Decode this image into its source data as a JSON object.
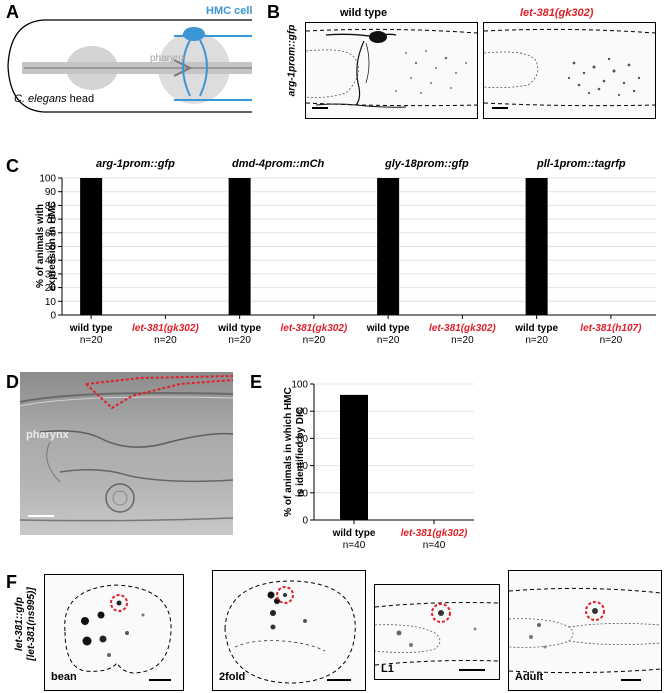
{
  "panels": {
    "A": {
      "letter": "A",
      "hmc_label": "HMC cell",
      "pharynx_label": "pharynx",
      "species": "C. elegans",
      "head_label": " head"
    },
    "B": {
      "letter": "B",
      "ylabel": "arg-1prom::gfp",
      "col1": "wild type",
      "col2": "let-381(gk302)"
    },
    "C": {
      "letter": "C",
      "ylabel_line1": "% of animals with",
      "ylabel_line2": "expression in HMC",
      "markers": [
        "arg-1prom::gfp",
        "dmd-4prom::mCh",
        "gly-18prom::gfp",
        "pll-1prom::tagrfp"
      ]
    },
    "D": {
      "letter": "D",
      "pharynx_label": "pharynx"
    },
    "E": {
      "letter": "E",
      "ylabel_line1": "% of animals in which HMC",
      "ylabel_line2": "is identified by DIC"
    },
    "F": {
      "letter": "F",
      "ylabel_line1": "let-381::gfp",
      "ylabel_line2": "[let-381(ns995)]",
      "stages": [
        "bean",
        "2fold",
        "L1",
        "Adult"
      ]
    }
  },
  "chart_data": [
    {
      "type": "bar",
      "panel": "C",
      "title": "",
      "ylabel": "% of animals with expression in HMC",
      "ylim": [
        0,
        100
      ],
      "yticks": [
        "0",
        "10",
        "20",
        "30",
        "40",
        "50",
        "60",
        "70",
        "80",
        "90",
        "100"
      ],
      "grid": true,
      "categories": [
        {
          "label": "wild type",
          "n": "n=20",
          "mutant": false
        },
        {
          "label": "let-381(gk302)",
          "n": "n=20",
          "mutant": true
        },
        {
          "label": "wild type",
          "n": "n=20",
          "mutant": false
        },
        {
          "label": "let-381(gk302)",
          "n": "n=20",
          "mutant": true
        },
        {
          "label": "wild type",
          "n": "n=20",
          "mutant": false
        },
        {
          "label": "let-381(gk302)",
          "n": "n=20",
          "mutant": true
        },
        {
          "label": "wild type",
          "n": "n=20",
          "mutant": false
        },
        {
          "label": "let-381(h107)",
          "n": "n=20",
          "mutant": true
        }
      ],
      "values": [
        100,
        0,
        100,
        0,
        100,
        0,
        100,
        0
      ],
      "bar_color": "#000000"
    },
    {
      "type": "bar",
      "panel": "E",
      "title": "",
      "ylabel": "% of animals in which HMC is identified by DIC",
      "ylim": [
        0,
        100
      ],
      "yticks": [
        "0",
        "20",
        "40",
        "60",
        "80",
        "100"
      ],
      "grid": true,
      "categories": [
        {
          "label": "wild type",
          "n": "n=40",
          "mutant": false
        },
        {
          "label": "let-381(gk302)",
          "n": "n=40",
          "mutant": true
        }
      ],
      "values": [
        92,
        0
      ],
      "bar_color": "#000000"
    }
  ]
}
